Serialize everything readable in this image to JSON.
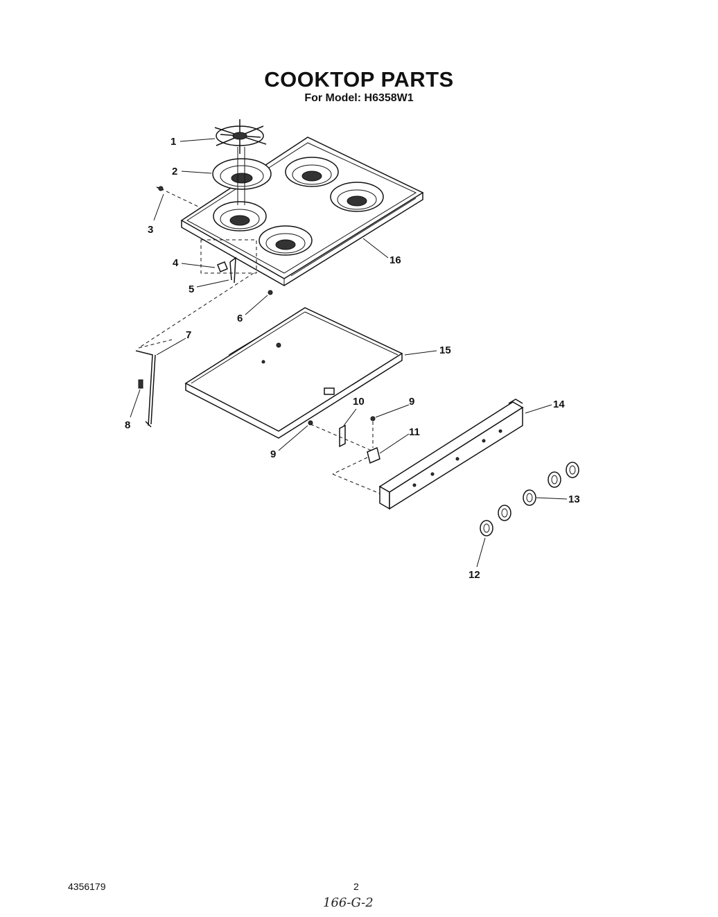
{
  "title": "COOKTOP PARTS",
  "subtitle": "For Model: H6358W1",
  "callouts": [
    {
      "id": "c1",
      "label": "1"
    },
    {
      "id": "c2",
      "label": "2"
    },
    {
      "id": "c3",
      "label": "3"
    },
    {
      "id": "c4",
      "label": "4"
    },
    {
      "id": "c5",
      "label": "5"
    },
    {
      "id": "c6",
      "label": "6"
    },
    {
      "id": "c7",
      "label": "7"
    },
    {
      "id": "c8",
      "label": "8"
    },
    {
      "id": "c9a",
      "label": "9"
    },
    {
      "id": "c9b",
      "label": "9"
    },
    {
      "id": "c10",
      "label": "10"
    },
    {
      "id": "c11",
      "label": "11"
    },
    {
      "id": "c12",
      "label": "12"
    },
    {
      "id": "c13",
      "label": "13"
    },
    {
      "id": "c14",
      "label": "14"
    },
    {
      "id": "c15",
      "label": "15"
    },
    {
      "id": "c16",
      "label": "16"
    }
  ],
  "footer": {
    "doc_number": "4356179",
    "page_number": "2",
    "handwritten_code": "166-G-2"
  }
}
